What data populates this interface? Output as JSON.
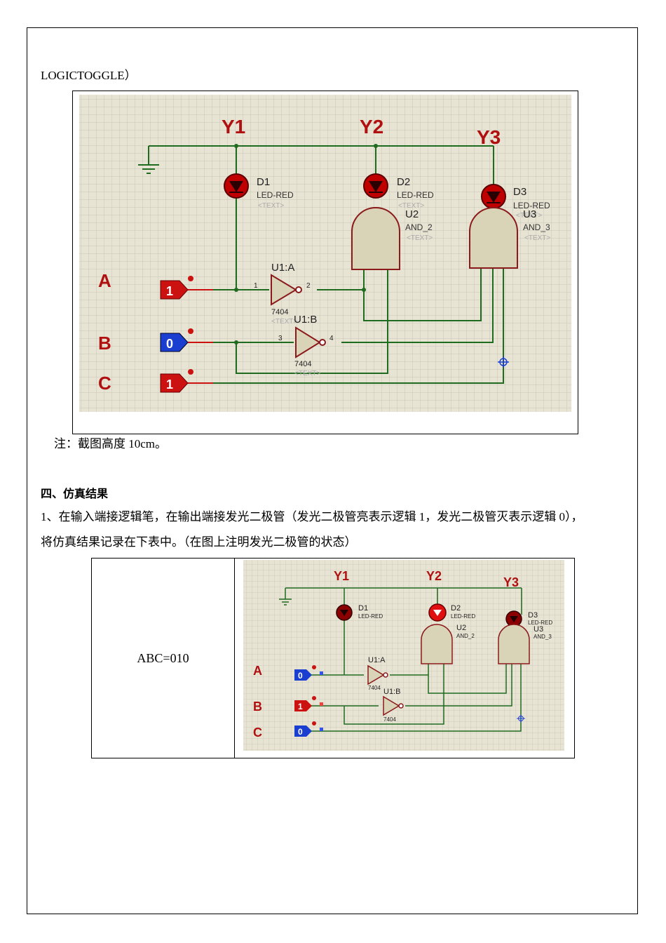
{
  "top_line": "LOGICTOGGLE）",
  "note": "注：截图高度 10cm。",
  "section_heading": "四、仿真结果",
  "para_line1": "1、在输入端接逻辑笔，在输出端接发光二极管（发光二极管亮表示逻辑 1，发光二极管灭表示逻辑 0），",
  "para_line2": "将仿真结果记录在下表中。（在图上注明发光二极管的状态）",
  "result_row_label": "ABC=010",
  "schematic_main": {
    "outputs": [
      "Y1",
      "Y2",
      "Y3"
    ],
    "inputs": [
      "A",
      "B",
      "C"
    ],
    "input_values": [
      "1",
      "0",
      "1"
    ],
    "leds": [
      {
        "ref": "D1",
        "type": "LED-RED",
        "text": "<TEXT>"
      },
      {
        "ref": "D2",
        "type": "LED-RED",
        "text": "<TEXT>"
      },
      {
        "ref": "D3",
        "type": "LED-RED",
        "text": "<TEXT>"
      }
    ],
    "gates": [
      {
        "ref": "U2",
        "type": "AND_2",
        "text": "<TEXT>"
      },
      {
        "ref": "U3",
        "type": "AND_3",
        "text": "<TEXT>"
      }
    ],
    "inverters": [
      {
        "ref": "U1:A",
        "chip": "7404",
        "pin_in": "1",
        "pin_out": "2",
        "text": "<TEXT>"
      },
      {
        "ref": "U1:B",
        "chip": "7404",
        "pin_in": "3",
        "pin_out": "4",
        "text": "<TEXT>"
      }
    ]
  },
  "schematic_small": {
    "input_values": [
      "0",
      "1",
      "0"
    ],
    "led_states": [
      "off",
      "on",
      "off"
    ]
  },
  "colors": {
    "grid_bg": "#e8e4d4",
    "grid_line": "#c9c6b8",
    "wire": "#1f6b1f",
    "led_red": "#c00000",
    "led_on": "#e01010",
    "logic_high": "#cc1111",
    "logic_low": "#1a3fd0",
    "gate_fill": "#d9d3b8",
    "gate_stroke": "#8b1a1a",
    "label_red": "#b01010"
  }
}
